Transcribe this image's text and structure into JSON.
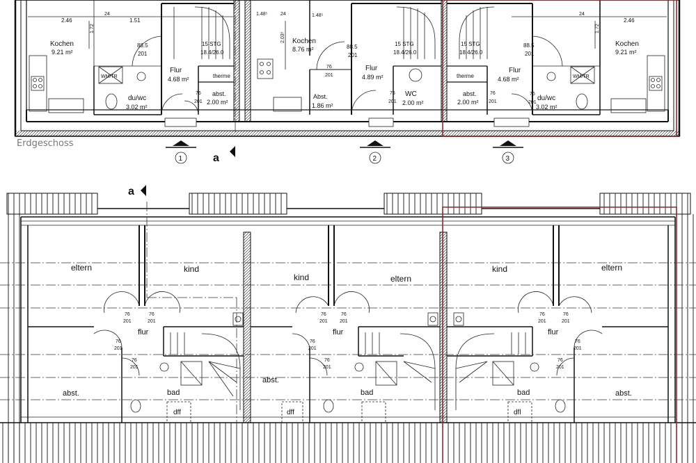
{
  "ground_floor": {
    "caption": "Erdgeschoss",
    "dims": {
      "d246_left": "2.46",
      "d24_left": "24",
      "d151": "1.51",
      "d172_left": "1.72",
      "d148a": "1.48⁵",
      "d148b": "1.48⁵",
      "d24_mid": "24",
      "d203": "2.03⁵",
      "d24_right": "24",
      "d246_right": "2.46",
      "d172_right": "1.72"
    },
    "rooms": {
      "kochen1": "Kochen",
      "kochen1_area": "9.21 m²",
      "kochen2": "Kochen",
      "kochen2_area": "8.76 m²",
      "kochen3": "Kochen",
      "kochen3_area": "9.21 m²",
      "flur1": "Flur",
      "flur1_area": "4.68 m²",
      "flur2": "Flur",
      "flur2_area": "4.89 m²",
      "flur3": "Flur",
      "flur3_area": "4.68 m²",
      "duwc1": "du/wc",
      "duwc1_area": "3.02 m²",
      "duwc3": "du/wc",
      "duwc3_area": "3.02 m²",
      "wc2": "WC",
      "wc2_area": "2.00 m²",
      "abst1": "abst.",
      "abst1_area": "2.00 m²",
      "abst2": "Abst.",
      "abst2_area": "1.86 m²",
      "abst3": "abst.",
      "abst3_area": "2.00 m²",
      "therme1": "therme",
      "therme3": "therme",
      "stg1a": "15 STG",
      "stg1b": "18.4/26.0",
      "stg2a": "15 STG",
      "stg2b": "18.4/26.0",
      "stg3a": "15 STG",
      "stg3b": "18.4/26.0",
      "wm1": "WM/TR",
      "wm3": "WM/TR"
    },
    "doors": {
      "d885a_1": "88.5",
      "d885b_1": "201",
      "d885a_2": "88.5",
      "d885b_2": "201",
      "d885a_3": "88.5",
      "d885b_3": "201",
      "d76a_1": "76",
      "d76b_1": "201",
      "d76a_2": "76",
      "d76b_2": "201",
      "d76a_3": "76",
      "d76b_3": "201",
      "d76a_4": "76",
      "d76b_4": "201",
      "d76a_5": "76",
      "d76b_5": "201"
    },
    "markers": [
      "1",
      "2",
      "3"
    ],
    "section_marker": "a"
  },
  "upper_floor": {
    "section_marker": "a",
    "rooms": {
      "eltern1": "eltern",
      "kind1": "kind",
      "kind2": "kind",
      "eltern2": "eltern",
      "kind3": "kind",
      "eltern3": "eltern",
      "flur1": "flur",
      "flur2": "flur",
      "flur3": "flur",
      "abst1": "abst.",
      "abst2": "abst.",
      "abst3": "abst.",
      "bad1": "bad",
      "bad2": "bad",
      "bad3": "bad",
      "dff1": "dff",
      "dff2": "dff",
      "dff3": "dfl"
    },
    "door_w": "76",
    "door_h": "201"
  },
  "colors": {
    "line": "#111111",
    "highlight": "#8b2a2a",
    "caption": "#777777"
  }
}
